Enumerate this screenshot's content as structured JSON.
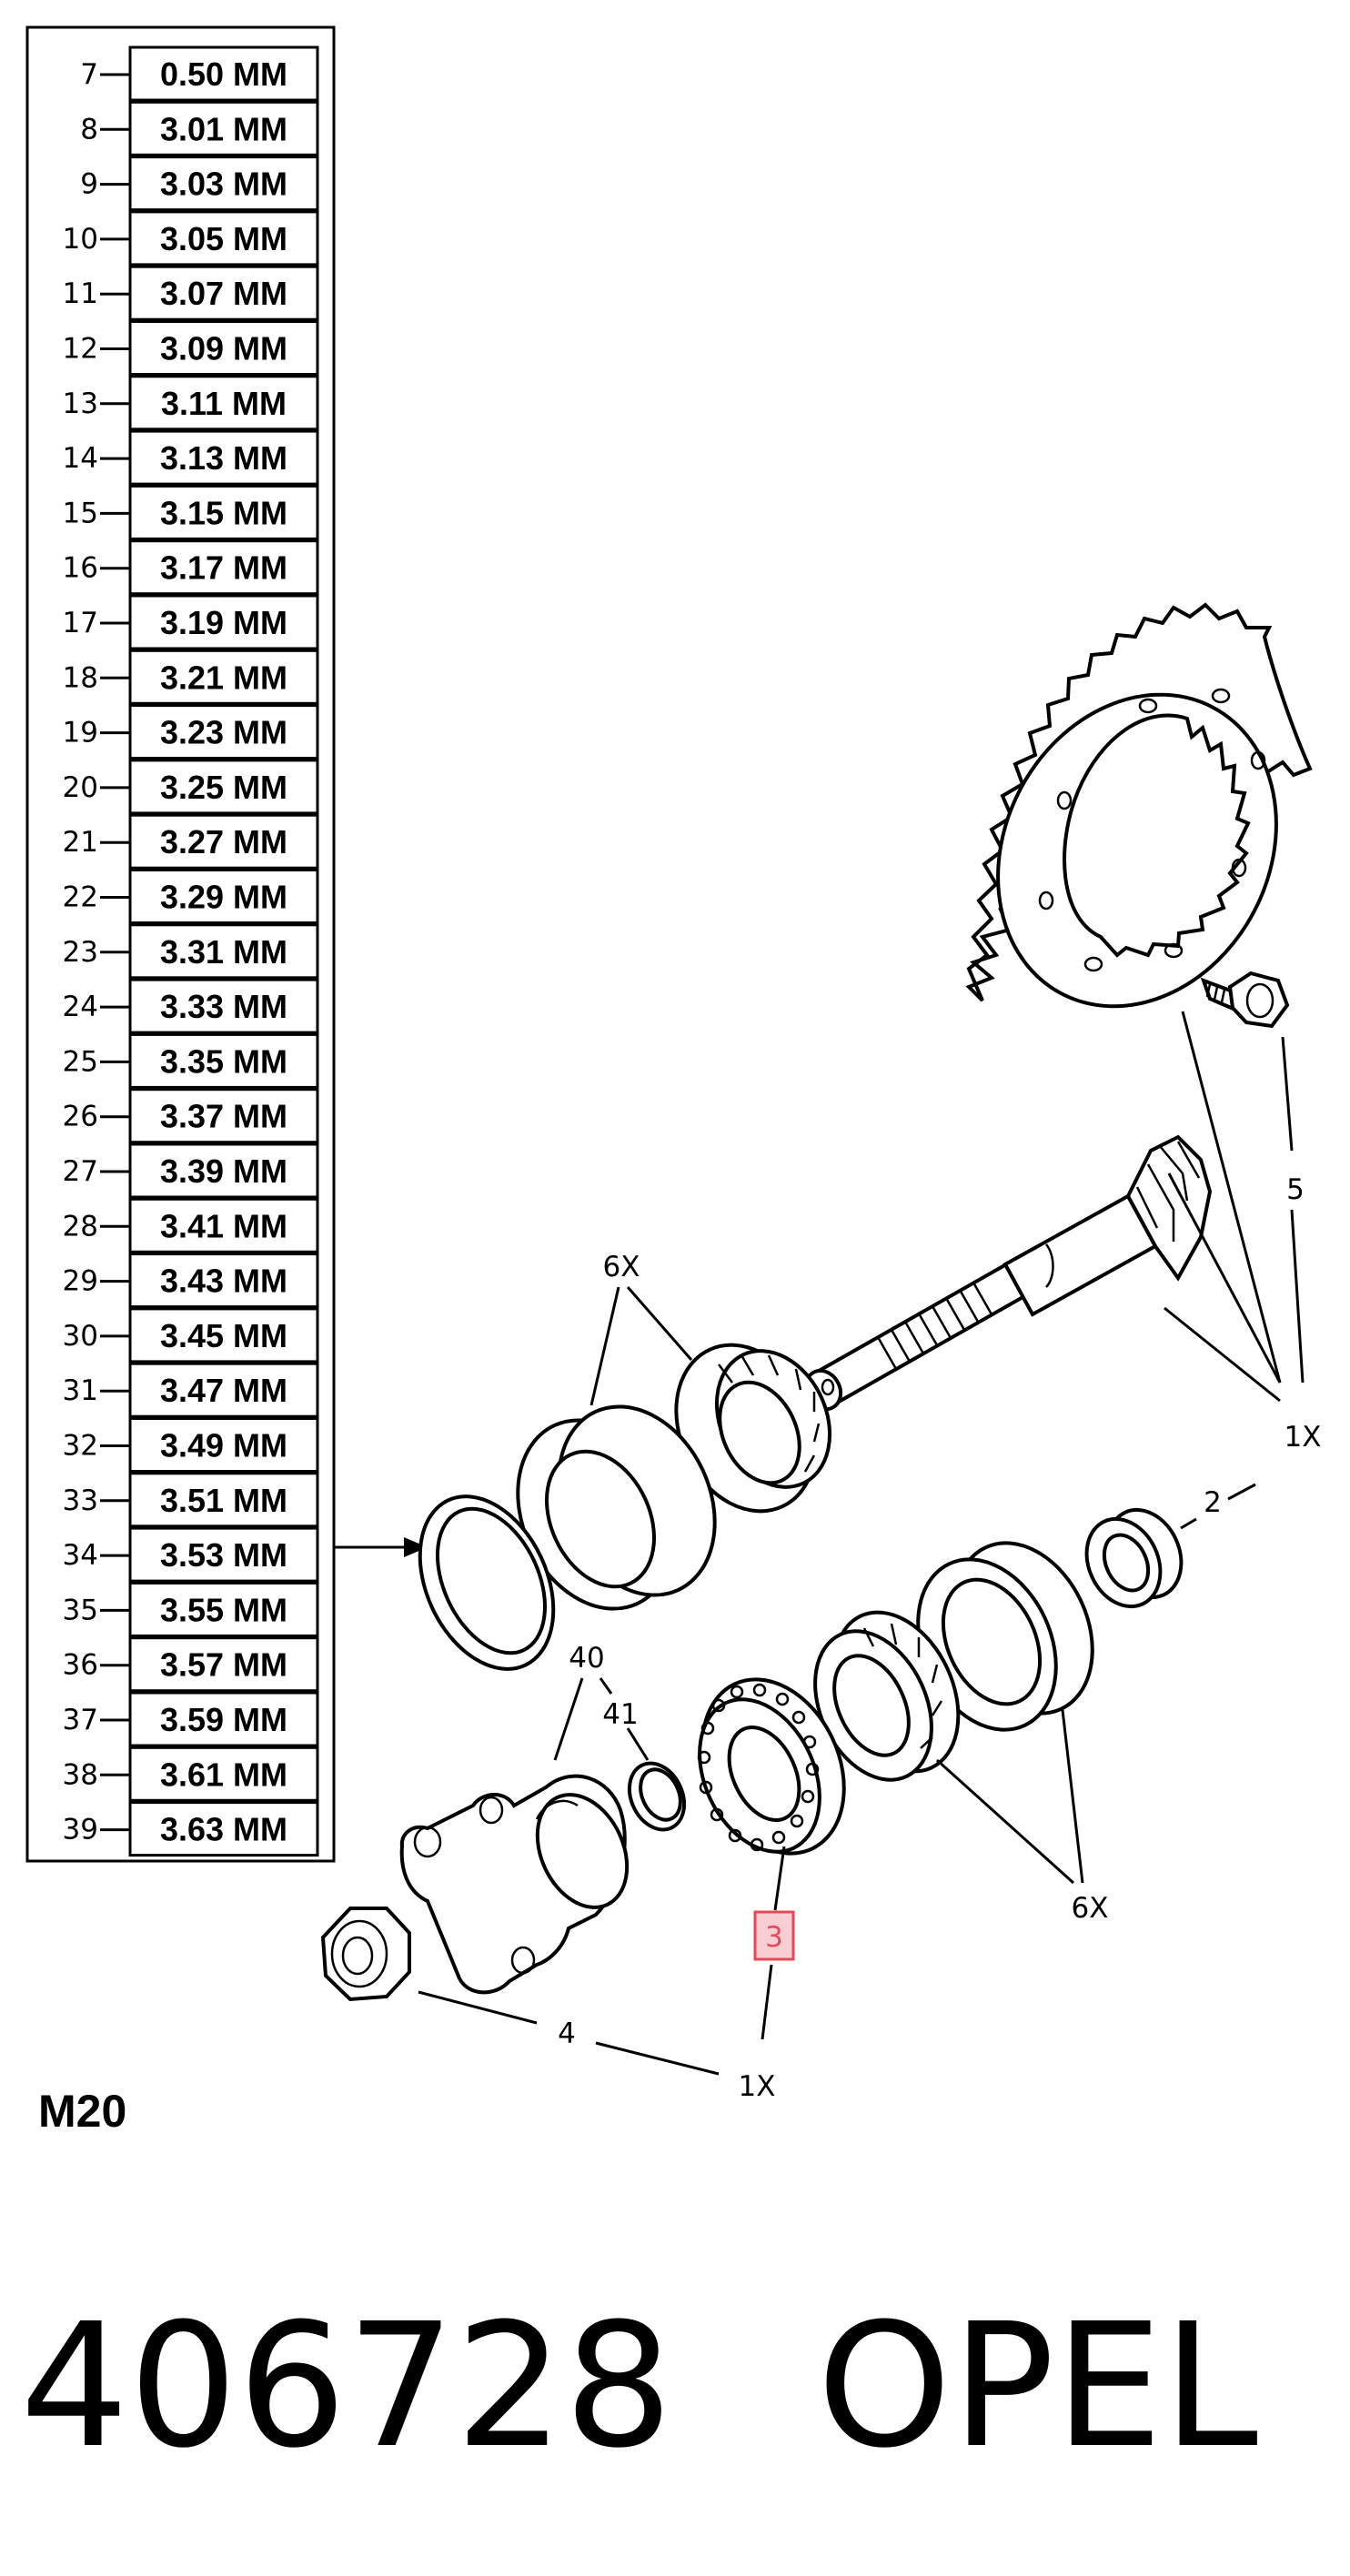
{
  "shim_table": {
    "rows": [
      {
        "num": "7",
        "value": "0.50 MM"
      },
      {
        "num": "8",
        "value": "3.01 MM"
      },
      {
        "num": "9",
        "value": "3.03 MM"
      },
      {
        "num": "10",
        "value": "3.05 MM"
      },
      {
        "num": "11",
        "value": "3.07  MM"
      },
      {
        "num": "12",
        "value": "3.09 MM"
      },
      {
        "num": "13",
        "value": "3.11 MM"
      },
      {
        "num": "14",
        "value": "3.13 MM"
      },
      {
        "num": "15",
        "value": "3.15 MM"
      },
      {
        "num": "16",
        "value": "3.17 MM"
      },
      {
        "num": "17",
        "value": "3.19 MM"
      },
      {
        "num": "18",
        "value": "3.21 MM"
      },
      {
        "num": "19",
        "value": "3.23 MM"
      },
      {
        "num": "20",
        "value": "3.25 MM"
      },
      {
        "num": "21",
        "value": "3.27 MM"
      },
      {
        "num": "22",
        "value": "3.29 MM"
      },
      {
        "num": "23",
        "value": "3.31 MM"
      },
      {
        "num": "24",
        "value": "3.33 MM"
      },
      {
        "num": "25",
        "value": "3.35 MM"
      },
      {
        "num": "26",
        "value": "3.37 MM"
      },
      {
        "num": "27",
        "value": "3.39 MM"
      },
      {
        "num": "28",
        "value": "3.41 MM"
      },
      {
        "num": "29",
        "value": "3.43 MM"
      },
      {
        "num": "30",
        "value": "3.45 MM"
      },
      {
        "num": "31",
        "value": "3.47 MM"
      },
      {
        "num": "32",
        "value": "3.49 MM"
      },
      {
        "num": "33",
        "value": "3.51 MM"
      },
      {
        "num": "34",
        "value": "3.53 MM"
      },
      {
        "num": "35",
        "value": "3.55 MM"
      },
      {
        "num": "36",
        "value": "3.57 MM"
      },
      {
        "num": "37",
        "value": "3.59 MM"
      },
      {
        "num": "38",
        "value": "3.61 MM"
      },
      {
        "num": "39",
        "value": "3.63 MM"
      }
    ]
  },
  "callouts": {
    "c5": "5",
    "c1x_top": "1X",
    "c6x_top": "6X",
    "c2": "2",
    "c40": "40",
    "c41": "41",
    "c3": "3",
    "c6x_bottom": "6X",
    "c4": "4",
    "c1x_bottom": "1X"
  },
  "highlight_color": "#e64a5a",
  "model": "M20",
  "footer": {
    "part_number": "406728",
    "brand": "OPEL"
  }
}
